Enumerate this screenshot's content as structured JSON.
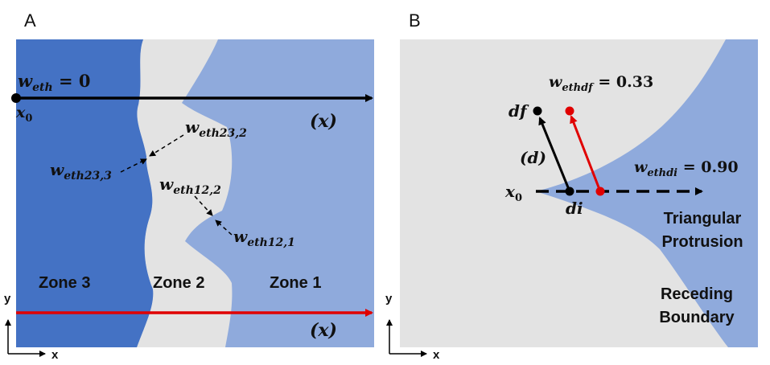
{
  "panel_a": {
    "letter": "A",
    "w_eth_zero": {
      "w": "w",
      "sub": "eth",
      "rest": " = 0"
    },
    "x0": {
      "x": "x",
      "sub": "0"
    },
    "x_label_top": "(x)",
    "x_label_bottom": "(x)",
    "w23_2": {
      "w": "w",
      "sub": "eth23,2"
    },
    "w23_3": {
      "w": "w",
      "sub": "eth23,3"
    },
    "w12_2": {
      "w": "w",
      "sub": "eth12,2"
    },
    "w12_1": {
      "w": "w",
      "sub": "eth12,1"
    },
    "zone3": "Zone 3",
    "zone2": "Zone 2",
    "zone1": "Zone 1",
    "axis_y": "y",
    "axis_x": "x"
  },
  "panel_b": {
    "letter": "B",
    "w_ethdf": {
      "w": "w",
      "sub": "ethdf",
      "rest": " = 0.33"
    },
    "w_ethdi": {
      "w": "w",
      "sub": "ethdi",
      "rest": " = 0.90"
    },
    "df": "df",
    "d": "(d)",
    "x0": {
      "x": "x",
      "sub": "0"
    },
    "di": "di",
    "triangular_1": "Triangular",
    "triangular_2": "Protrusion",
    "receding_1": "Receding",
    "receding_2": "Boundary",
    "axis_y": "y",
    "axis_x": "x"
  },
  "colors": {
    "dark_blue": "#4472c4",
    "light_blue": "#8faadc",
    "grey": "#e3e3e3",
    "red": "#e00000",
    "black": "#000000"
  }
}
